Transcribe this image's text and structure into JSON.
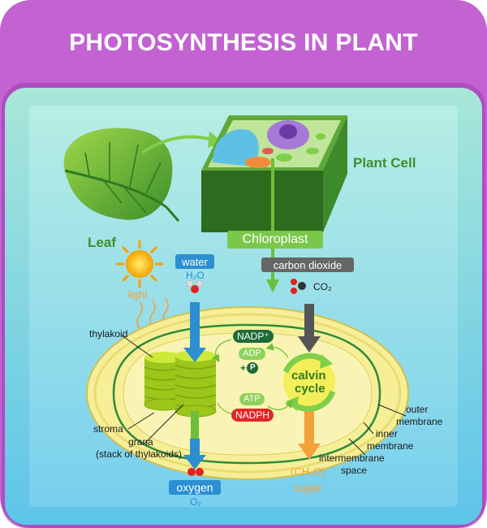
{
  "title": "PHOTOSYNTHESIS IN PLANT",
  "labels": {
    "leaf": "Leaf",
    "plant_cell": "Plant Cell",
    "chloroplast": "Chloroplast",
    "light": "light",
    "water": "water",
    "water_formula": "H₂O",
    "carbon_dioxide": "carbon dioxide",
    "co2_formula": "CO₂",
    "thylakoid": "thylakoid",
    "stroma": "stroma",
    "grana": "grana",
    "grana_note": "(stack of thylakoids)",
    "outer_membrane_1": "outer",
    "outer_membrane_2": "membrane",
    "inner_membrane_1": "inner",
    "inner_membrane_2": "membrane",
    "intermembrane_1": "intermembrane",
    "intermembrane_2": "space",
    "oxygen": "oxygen",
    "oxygen_formula": "O₂",
    "sugar_formula": "(CH₂O)",
    "sugar": "sugar",
    "calvin_1": "calvin",
    "calvin_2": "cycle"
  },
  "molecules": {
    "nadp": "NADP⁺",
    "adp": "ADP",
    "plus_p": "+",
    "p": "P",
    "atp": "ATP",
    "nadph": "NADPH"
  },
  "colors": {
    "frame": "#c263d1",
    "panel_top": "#a4e6da",
    "panel_bottom": "#5fc6e8",
    "arrow_water": "#2b8fd1",
    "arrow_green": "#6cbf3a",
    "arrow_co2": "#555555",
    "arrow_sugar": "#f4a13a",
    "chloroplast_fill": "#f7f09b",
    "grana": "#b9e01f"
  }
}
